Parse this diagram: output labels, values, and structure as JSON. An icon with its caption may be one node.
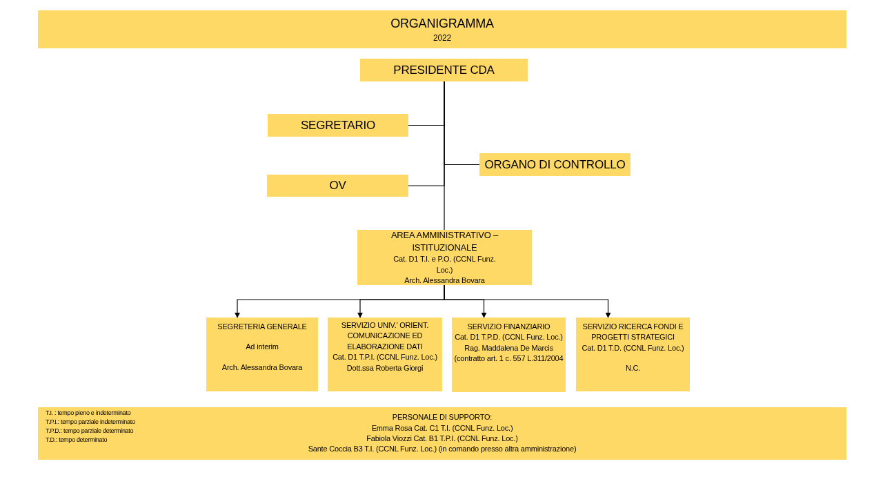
{
  "diagram": {
    "nodes": [
      {
        "text": [
          "ORGANIGRAMMA",
          "2022"
        ]
      },
      {
        "text": [
          "PRESIDENTE CDA"
        ]
      },
      {
        "text": [
          "SEGRETARIO"
        ]
      },
      {
        "text": [
          "ORGANO DI CONTROLLO"
        ]
      },
      {
        "text": [
          "OV"
        ]
      },
      {
        "text": [
          "AREA AMMINISTRATIVO – ISTITUZIONALE",
          "Cat. D1 T.I. e P.O. (CCNL Funz. Loc.)",
          "Arch. Alessandra Bovara"
        ]
      },
      {
        "text": [
          "SEGRETERIA GENERALE",
          "Ad interim",
          "Arch. Alessandra Bovara"
        ]
      },
      {
        "text": [
          "SERVIZIO UNIV.’ ORIENT. COMUNICAZIONE ED ELABORAZIONE DATI",
          "Cat. D1 T.P.I. (CCNL Funz. Loc.)",
          "Dott.ssa Roberta Giorgi"
        ]
      },
      {
        "text": [
          "SERVIZIO FINANZIARIO",
          "Cat. D1 T.P.D. (CCNL Funz. Loc.)",
          "Rag. Maddalena De Marcis (contratto art. 1 c. 557 L.311/2004"
        ]
      },
      {
        "text": [
          "SERVIZIO RICERCA FONDI E PROGETTI STRATEGICI",
          "Cat. D1 T.D. (CCNL Funz. Loc.)",
          "N.C."
        ]
      },
      {
        "text": [
          "PERSONALE DI SUPPORTO:",
          "Emma Rosa Cat. C1 T.I. (CCNL Funz. Loc.)",
          "Fabiola Viozzi Cat. B1 T.P.I. (CCNL Funz. Loc.)",
          "Sante Coccia B3 T.I. (CCNL Funz. Loc.) (in comando presso altra amministrazione)"
        ]
      }
    ],
    "edges": [
      {
        "from": 1,
        "to": 2,
        "arrow": "none"
      },
      {
        "from": 1,
        "to": 3,
        "arrow": "none"
      },
      {
        "from": 1,
        "to": 4,
        "arrow": "none"
      },
      {
        "from": 1,
        "to": 5,
        "arrow": "none"
      },
      {
        "from": 5,
        "to": 6,
        "arrow": "to"
      },
      {
        "from": 5,
        "to": 7,
        "arrow": "to"
      },
      {
        "from": 5,
        "to": 8,
        "arrow": "to"
      },
      {
        "from": 5,
        "to": 9,
        "arrow": "to"
      }
    ],
    "labels": [
      "T.I. : tempo pieno e indeterminato",
      "T.P.I.: tempo parziale indeterminato",
      "T.P.D.: tempo parziale determinato",
      "T.D.: tempo determinato"
    ]
  }
}
